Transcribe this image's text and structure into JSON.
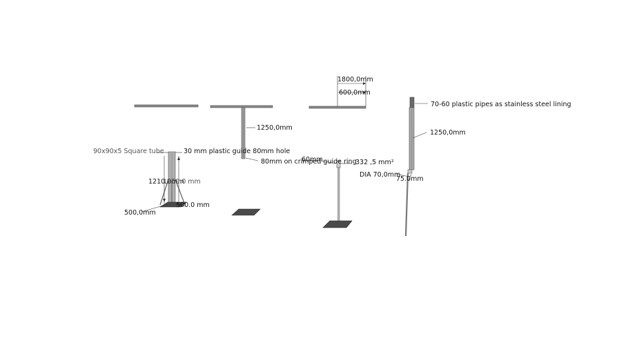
{
  "labels": {
    "dim_1800": "1800,0mm",
    "dim_600": "600,0mm",
    "pipe_lining": "70-60 plastic pipes as stainless steel lining",
    "dim_1250_right": "1250,0mm",
    "dim_1250_mid": "1250,0mm",
    "square_tube": "90x90x5 Square tube",
    "plastic_guide": "30 mm plastic guide 80mm hole",
    "crimped_ring": "80mm on crimped guide ring",
    "dim_60": "60mm",
    "area": "332 ,5 mm²",
    "dia": "DIA 70,0mm",
    "dim_75": "75.0mm",
    "dim_1210": "1210.0mm",
    "dim_1250_stand": "1250.0 mm",
    "dim_500_left": "500,0mm",
    "dim_500_right": "500.0 mm"
  },
  "colors": {
    "steel": "#8c8c8c",
    "steel_dark": "#555555",
    "plate": "#4a4a4a",
    "line": "#333333"
  }
}
